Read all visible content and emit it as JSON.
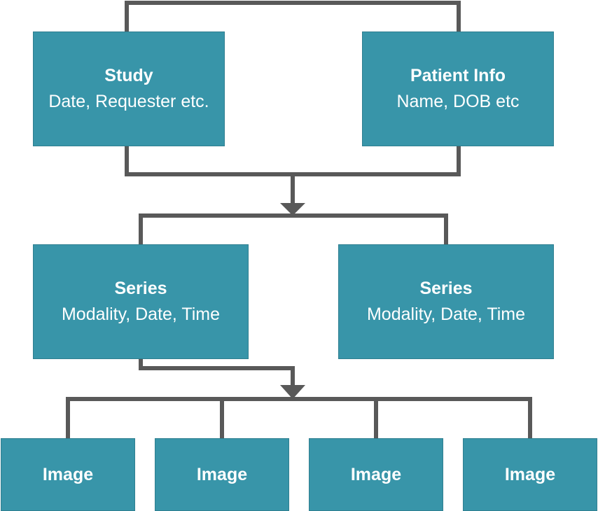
{
  "diagram": {
    "study": {
      "title": "Study",
      "subtitle": "Date, Requester etc."
    },
    "patient": {
      "title": "Patient Info",
      "subtitle": "Name, DOB etc"
    },
    "series": [
      {
        "title": "Series",
        "subtitle": "Modality, Date, Time"
      },
      {
        "title": "Series",
        "subtitle": "Modality, Date, Time"
      }
    ],
    "images": [
      {
        "title": "Image"
      },
      {
        "title": "Image"
      },
      {
        "title": "Image"
      },
      {
        "title": "Image"
      }
    ],
    "colors": {
      "box_fill": "#3895a9",
      "connector": "#595959",
      "text": "#ffffff"
    }
  }
}
